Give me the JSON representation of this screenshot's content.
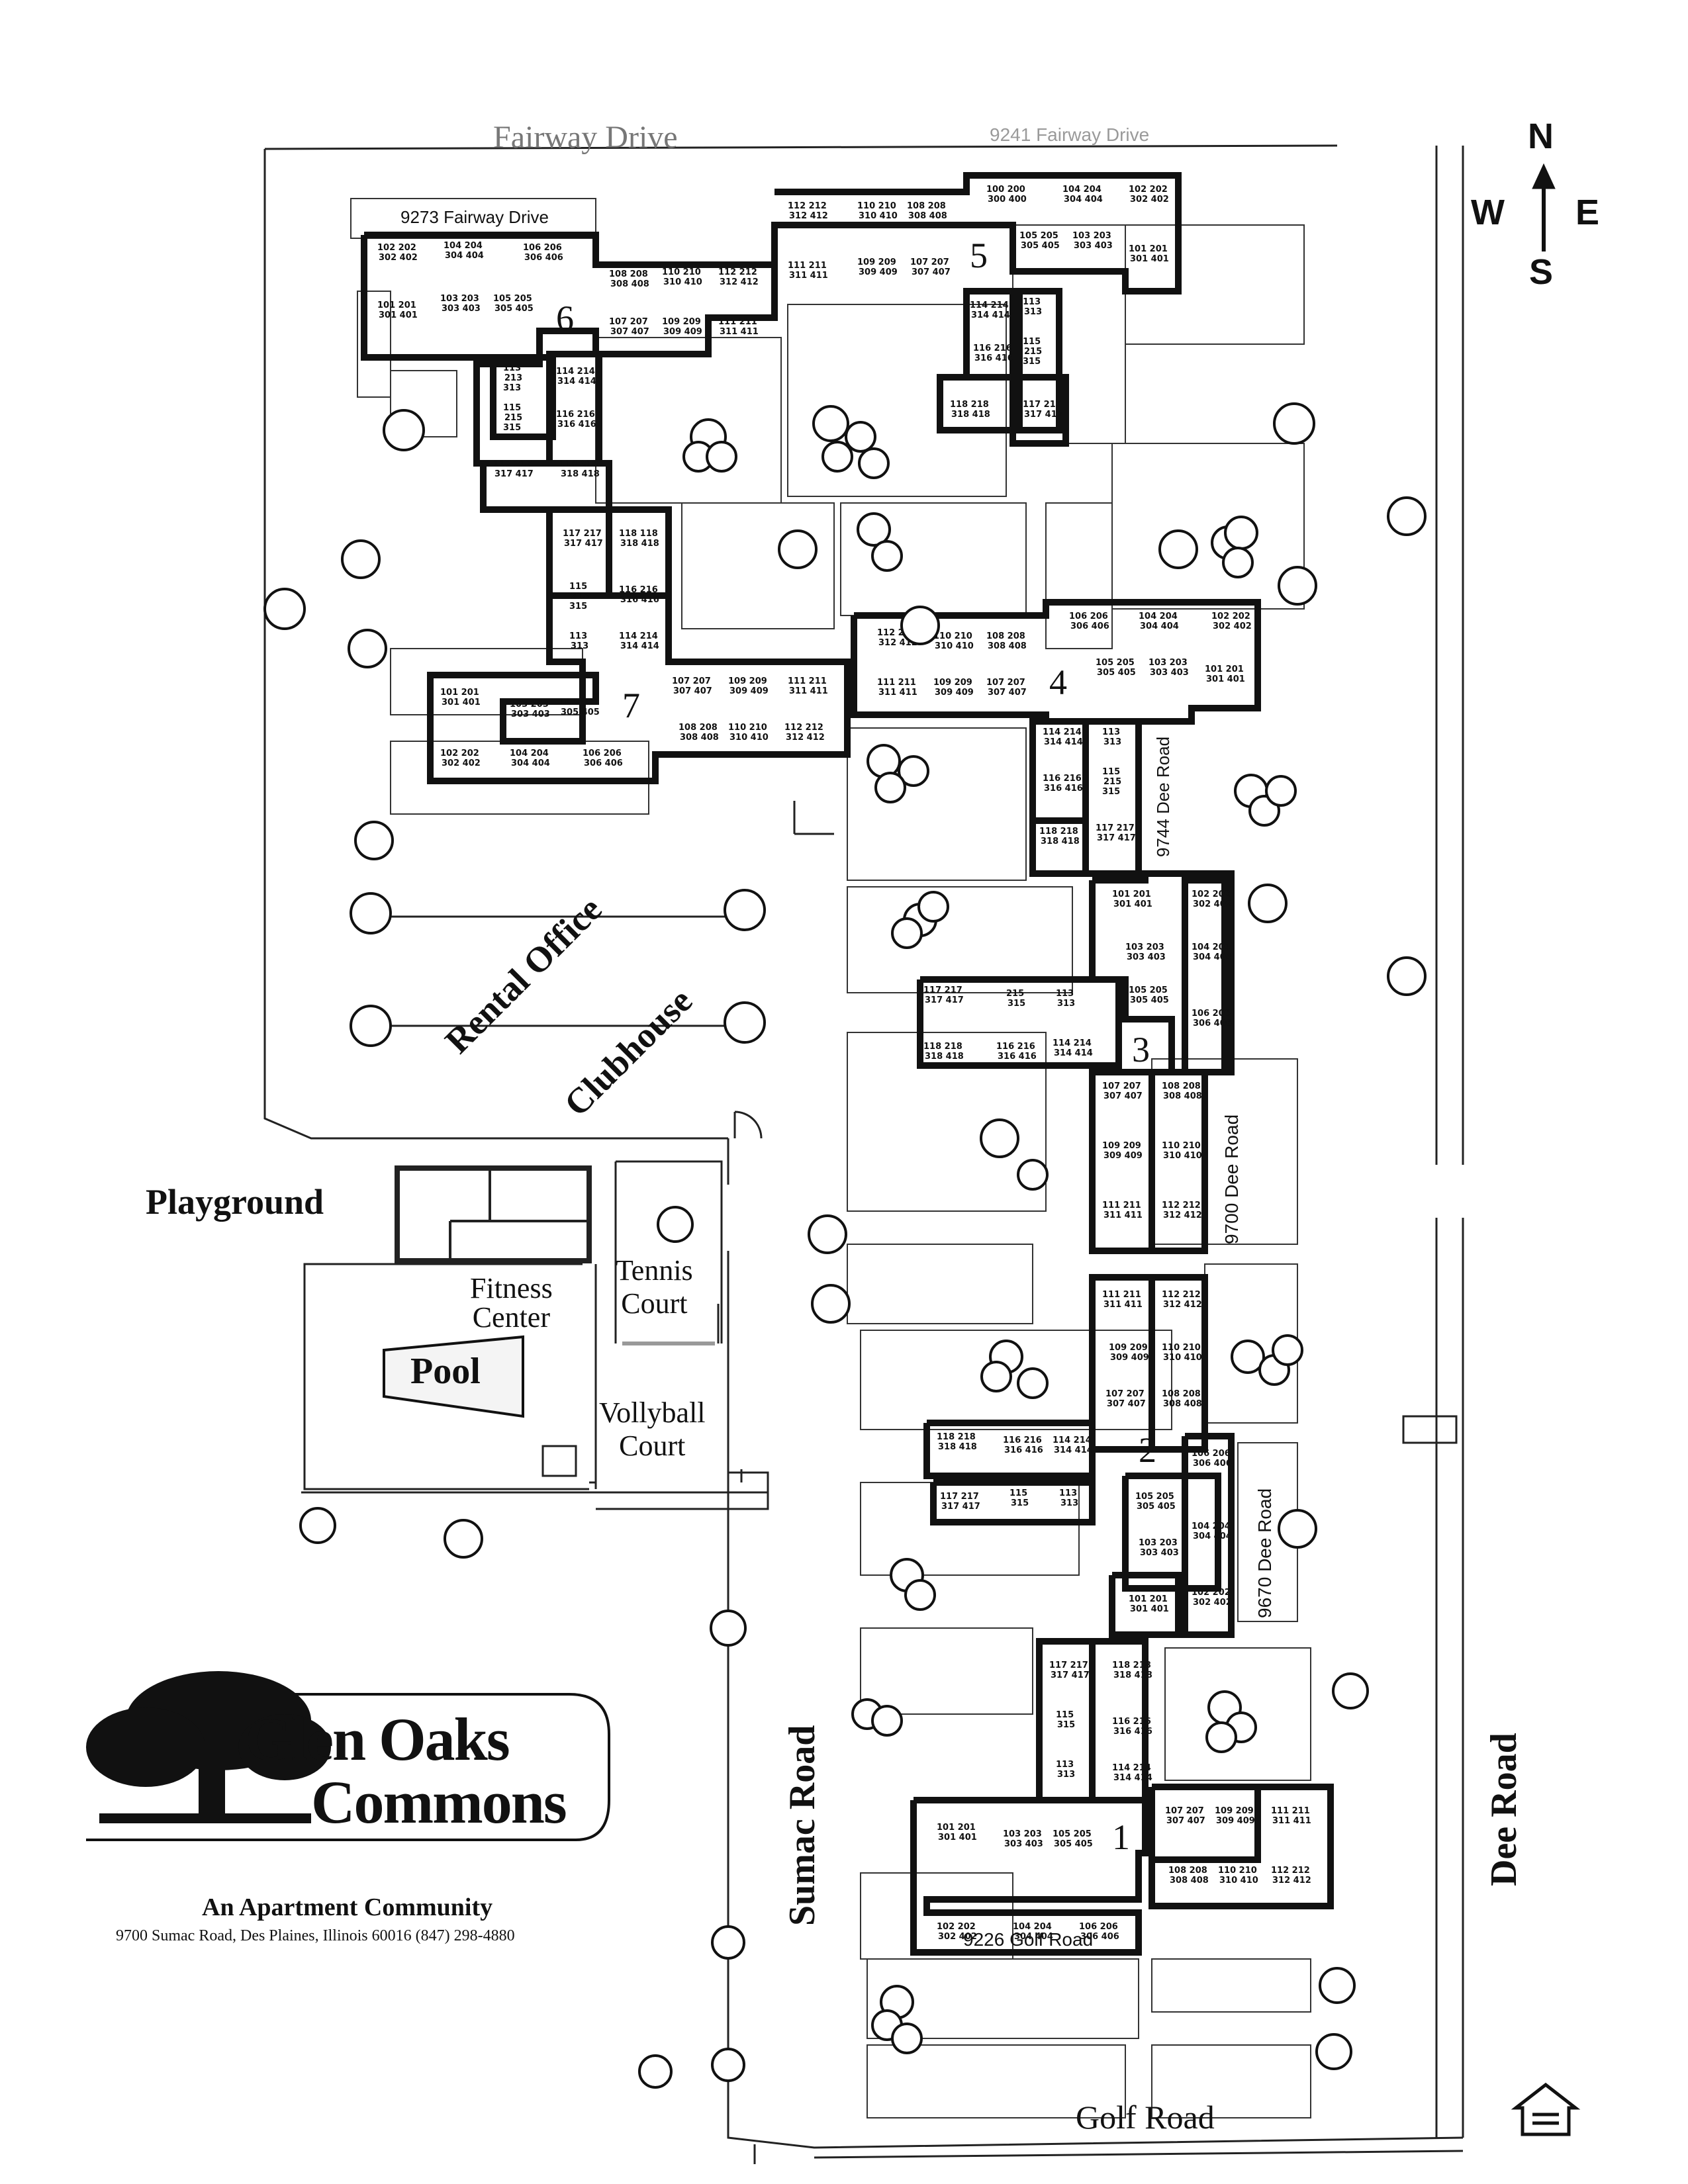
{
  "streets": {
    "top": "Fairway Drive",
    "top_faded": "9241 Fairway Drive",
    "top_left_address": "9273 Fairway Drive",
    "bottom": "Golf Road",
    "bottom_address": "9226 Golf Road",
    "left": "Sumac Road",
    "right": "Dee Road",
    "dee_9744": "9744 Dee Road",
    "dee_9700": "9700 Dee Road",
    "dee_9670": "9670 Dee Road"
  },
  "compass": {
    "n": "N",
    "s": "S",
    "e": "E",
    "w": "W"
  },
  "amenities": {
    "rental_office": "Rental Office",
    "clubhouse": "Clubhouse",
    "playground": "Playground",
    "fitness": [
      "Fitness",
      "Center"
    ],
    "tennis": [
      "Tennis",
      "Court"
    ],
    "pool": "Pool",
    "volleyball": [
      "Vollyball",
      "Court"
    ]
  },
  "buildings": [
    "1",
    "2",
    "3",
    "4",
    "5",
    "6",
    "7"
  ],
  "logo": {
    "line1": "Glen Oaks",
    "line2": "Commons",
    "tagline": "An Apartment Community",
    "address": "9700 Sumac Road, Des Plaines, Illinois 60016 (847) 298-4880"
  },
  "colors": {
    "ink": "#111111",
    "paper": "#ffffff",
    "faded": "#9a9a9a",
    "pool_fill": "#f4f4f4"
  }
}
